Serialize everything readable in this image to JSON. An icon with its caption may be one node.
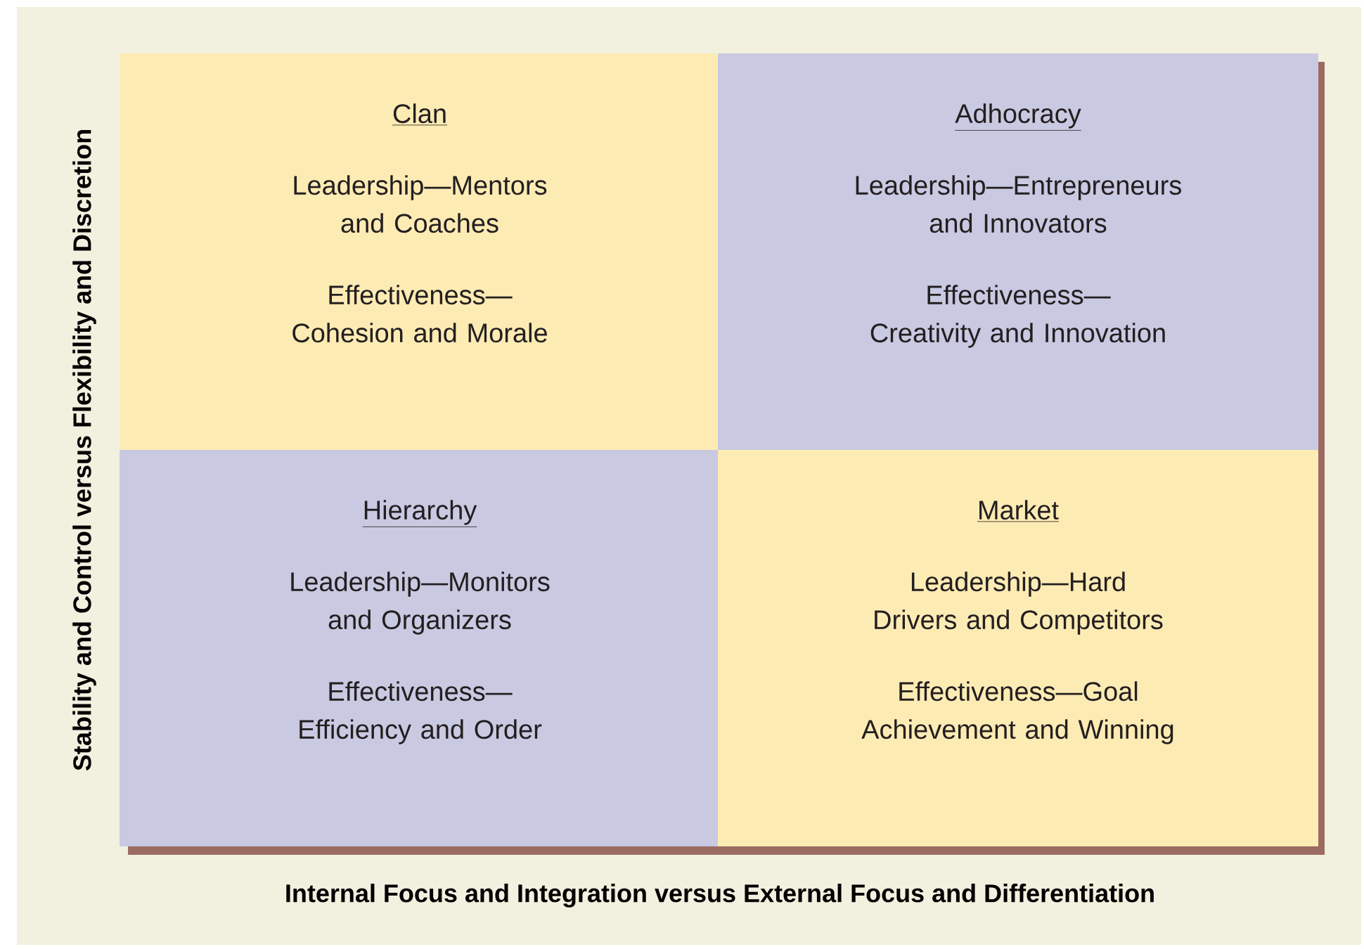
{
  "diagram": {
    "nodes": [
      {
        "text": [
          "Clan",
          "Leadership—Mentors and Coaches",
          "Effectiveness—Cohesion and Morale"
        ]
      },
      {
        "text": [
          "Adhocracy",
          "Leadership—Entrepreneurs and Innovators",
          "Effectiveness—Creativity and Innovation"
        ]
      },
      {
        "text": [
          "Hierarchy",
          "Leadership—Monitors and Organizers",
          "Effectiveness—Efficiency and Order"
        ]
      },
      {
        "text": [
          "Market",
          "Leadership—Hard Drivers and Competitors",
          "Effectiveness—Goal Achievement and Winning"
        ]
      }
    ],
    "labels": [
      "Stability and Control versus Flexibility and Discretion",
      "Internal Focus and Integration versus External Focus and Differentiation"
    ]
  }
}
